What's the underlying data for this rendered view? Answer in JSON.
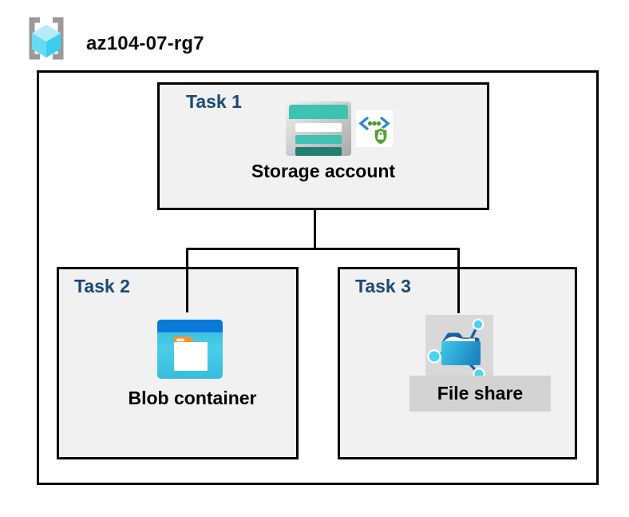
{
  "header": {
    "title": "az104-07-rg7",
    "icon": "resource-group-icon"
  },
  "diagram": {
    "task1": {
      "label": "Task 1",
      "item": "Storage account",
      "icons": [
        "storage-account-icon",
        "secure-access-icon"
      ]
    },
    "task2": {
      "label": "Task 2",
      "item": "Blob container",
      "icons": [
        "blob-container-icon"
      ]
    },
    "task3": {
      "label": "Task 3",
      "item": "File share",
      "icons": [
        "file-share-icon"
      ]
    }
  },
  "colors": {
    "task_label_navy": "#1b4a72",
    "box_fill_gray": "#f1f1f1",
    "border_black": "#000000",
    "storage_teal": "#3ec3b3",
    "storage_teal_dark": "#20806f",
    "blob_top_blue": "#0b79d8",
    "blob_body_cyan": "#3cc3e2",
    "folder_tab_orange": "#f79428",
    "fileshare_dark_blue": "#1b5fa2",
    "fileshare_node_cyan": "#49d4f4",
    "icon_bg_gray": "#d8d8d8",
    "label_bg_gray": "#d3d3d3",
    "chevron_blue": "#2e8ad8",
    "shield_green": "#57a035",
    "rg_bracket_gray": "#9a9a9a",
    "rg_cube_top": "#b5ecfa",
    "rg_cube_left": "#67daf3",
    "rg_cube_right": "#3bcfee"
  }
}
